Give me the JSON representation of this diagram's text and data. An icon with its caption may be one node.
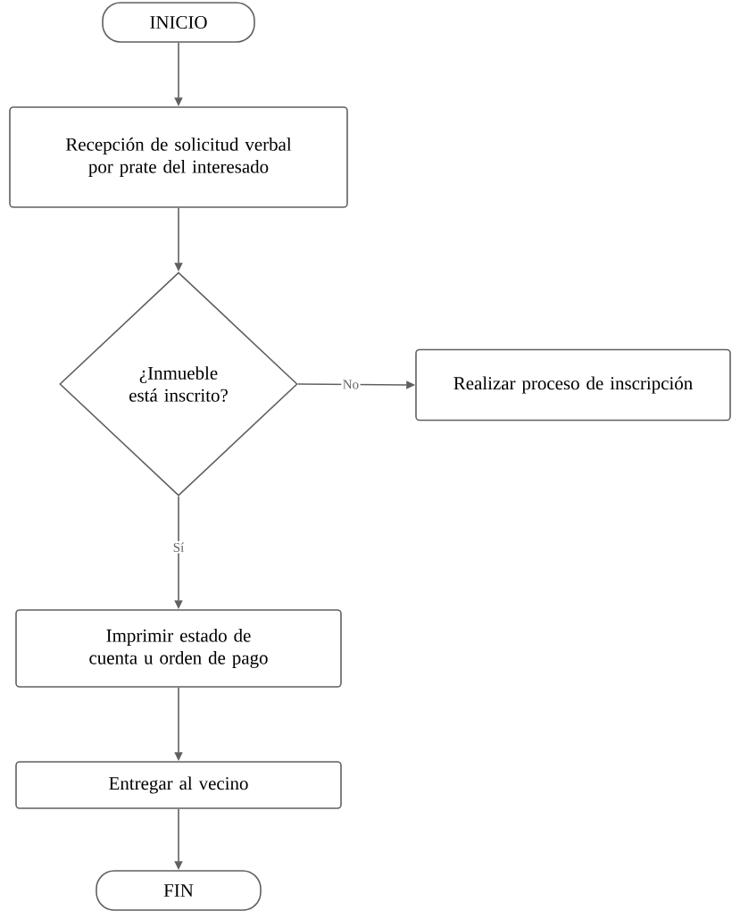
{
  "diagram": {
    "nodes": [
      {
        "text": [
          "INICIO"
        ]
      },
      {
        "text": [
          "Recepción de solicitud verbal por prate del interesado"
        ]
      },
      {
        "text": [
          "¿Inmueble está inscrito?"
        ]
      },
      {
        "text": [
          "Realizar proceso de inscripción"
        ]
      },
      {
        "text": [
          "Imprimir estado de cuenta u orden de pago"
        ]
      },
      {
        "text": [
          "Entregar al vecino"
        ]
      },
      {
        "text": [
          "FIN"
        ]
      }
    ],
    "edges": [
      {
        "from": 0,
        "to": 1,
        "arrow": "to"
      },
      {
        "from": 1,
        "to": 2,
        "arrow": "to"
      },
      {
        "from": 2,
        "to": 3,
        "arrow": "to",
        "label": "No"
      },
      {
        "from": 2,
        "to": 4,
        "arrow": "to",
        "label": "Sí"
      },
      {
        "from": 4,
        "to": 5,
        "arrow": "to"
      },
      {
        "from": 5,
        "to": 6,
        "arrow": "to"
      }
    ]
  }
}
